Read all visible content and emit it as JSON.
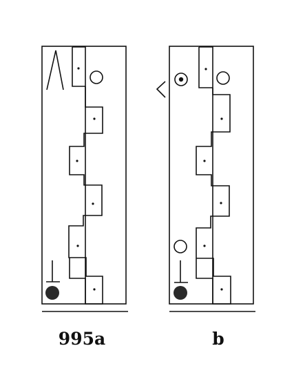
{
  "figure": {
    "panels": [
      {
        "label": "995a",
        "marks": [
          "long-line-mark",
          "open-circle-top",
          "filled-circle-bottom",
          "stem-bar-mark"
        ]
      },
      {
        "label": "b",
        "marks": [
          "angle-mark",
          "dotted-circle-top",
          "open-circle-top",
          "open-circle-bottom",
          "filled-circle-bottom",
          "stem-bar-mark"
        ]
      }
    ],
    "colors": {
      "line": "#111111",
      "fill": "#2a2a2a",
      "background": "#ffffff"
    }
  }
}
